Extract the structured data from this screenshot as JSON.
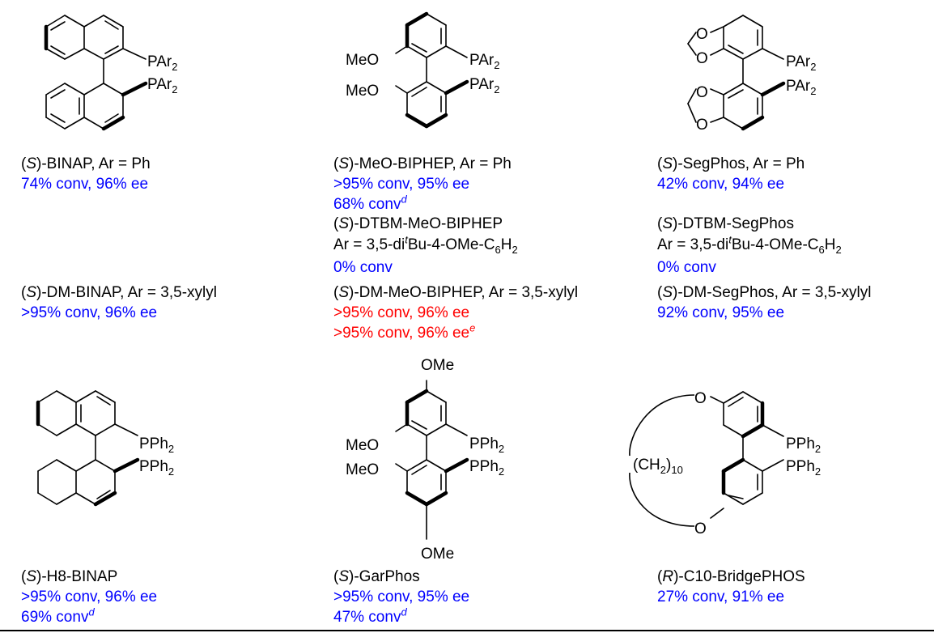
{
  "colors": {
    "text": "#000000",
    "result_blue": "#0000ff",
    "result_red": "#ff0000"
  },
  "atoms": {
    "p_ar2": "PAr",
    "p_ph2": "PPh",
    "sub_2": "2",
    "meo": "MeO",
    "ome": "OMe",
    "o": "O",
    "ch2_open": "(CH",
    "ch2_close": ")",
    "ch2_count": "10"
  },
  "entries": {
    "binap": {
      "paren_open": "(",
      "config": "S",
      "name_rest": ")-BINAP,  Ar = Ph",
      "result1": "74% conv, 96% ee"
    },
    "meobiphep": {
      "paren_open": "(",
      "config": "S",
      "name_rest": ")-MeO-BIPHEP,  Ar = Ph",
      "result1": ">95% conv, 95% ee",
      "result2": "68% conv",
      "result2_note": "d"
    },
    "segphos": {
      "paren_open": "(",
      "config": "S",
      "name_rest": ")-SegPhos, Ar = Ph",
      "result1": "42% conv, 94% ee"
    },
    "dtbm_meobiphep": {
      "paren_open": "(",
      "config": "S",
      "name_rest": ")-DTBM-MeO-BIPHEP",
      "ar_a": "Ar = 3,5-di",
      "ar_t": "t",
      "ar_b": "Bu-4-OMe-C",
      "ar_c": "6",
      "ar_d": "H",
      "ar_e": "2",
      "result1": "0% conv"
    },
    "dtbm_segphos": {
      "paren_open": "(",
      "config": "S",
      "name_rest": ")-DTBM-SegPhos",
      "ar_a": "Ar = 3,5-di",
      "ar_t": "t",
      "ar_b": "Bu-4-OMe-C",
      "ar_c": "6",
      "ar_d": "H",
      "ar_e": "2",
      "result1": "0% conv"
    },
    "dm_binap": {
      "paren_open": "(",
      "config": "S",
      "name_rest": ")-DM-BINAP,  Ar = 3,5-xylyl",
      "result1": ">95% conv, 96% ee"
    },
    "dm_meobiphep": {
      "paren_open": "(",
      "config": "S",
      "name_rest": ")-DM-MeO-BIPHEP,  Ar = 3,5-xylyl",
      "result1": ">95% conv, 96% ee",
      "result2": ">95% conv, 96% ee",
      "result2_note": "e"
    },
    "dm_segphos": {
      "paren_open": "(",
      "config": "S",
      "name_rest": ")-DM-SegPhos, Ar = 3,5-xylyl",
      "result1": "92% conv, 95% ee"
    },
    "h8binap": {
      "paren_open": "(",
      "config": "S",
      "name_rest": ")-H8-BINAP",
      "result1": ">95% conv, 96% ee",
      "result2": "69% conv",
      "result2_note": "d"
    },
    "garphos": {
      "paren_open": "(",
      "config": "S",
      "name_rest": ")-GarPhos",
      "result1": ">95% conv, 95% ee",
      "result2": "47% conv",
      "result2_note": "d"
    },
    "bridgephos": {
      "paren_open": "(",
      "config": "R",
      "name_rest": ")-C10-BridgePHOS",
      "result1": "27% conv, 91% ee"
    }
  }
}
